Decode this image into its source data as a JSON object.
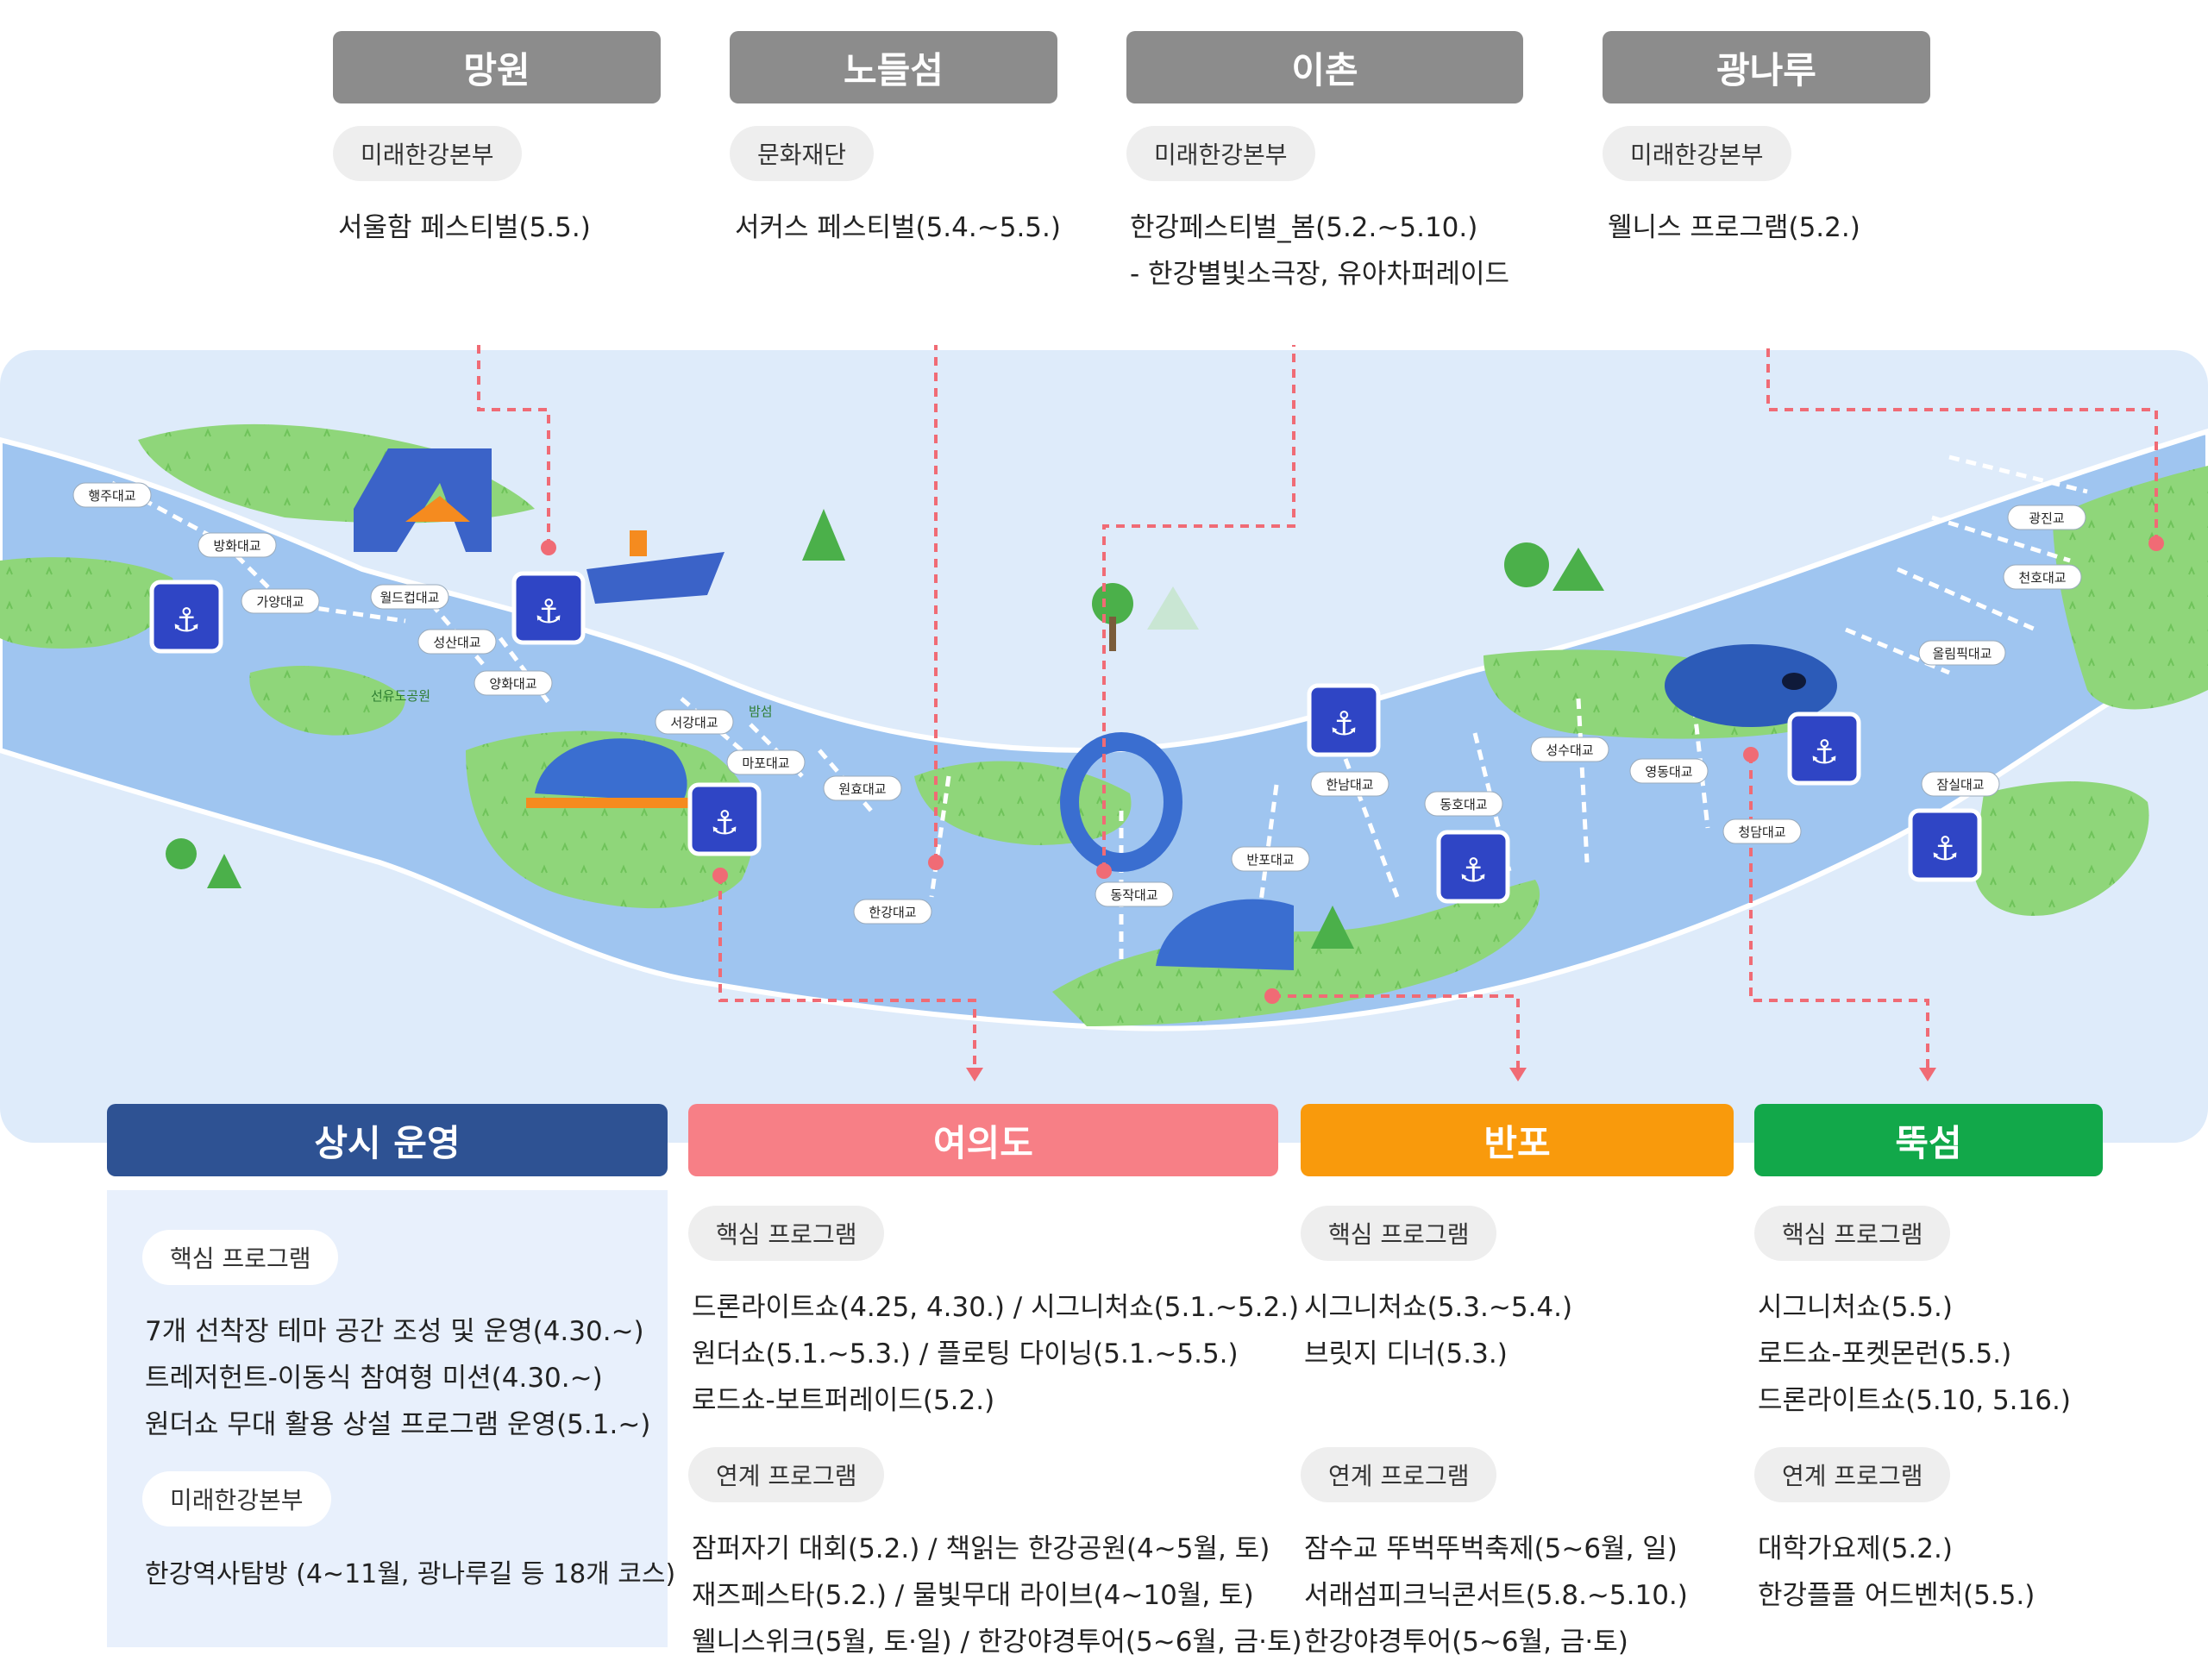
{
  "top_districts": [
    {
      "name": "망원",
      "org": "미래한강본부",
      "programs": [
        "서울함 페스티벌(5.5.)"
      ]
    },
    {
      "name": "노들섬",
      "org": "문화재단",
      "programs": [
        "서커스 페스티벌(5.4.~5.5.)"
      ]
    },
    {
      "name": "이촌",
      "org": "미래한강본부",
      "programs": [
        "한강페스티벌_봄(5.2.~5.10.)",
        "- 한강별빛소극장, 유아차퍼레이드"
      ]
    },
    {
      "name": "광나루",
      "org": "미래한강본부",
      "programs": [
        "웰니스 프로그램(5.2.)"
      ]
    }
  ],
  "map": {
    "bridges": [
      "행주대교",
      "방화대교",
      "가양대교",
      "월드컵대교",
      "성산대교",
      "양화대교",
      "서강대교",
      "마포대교",
      "원효대교",
      "한강대교",
      "동작대교",
      "반포대교",
      "한남대교",
      "동호대교",
      "성수대교",
      "영동대교",
      "청담대교",
      "잠실대교",
      "올림픽대교",
      "천호대교",
      "광진교"
    ],
    "places": [
      "선유도공원",
      "밤섬"
    ]
  },
  "always": {
    "title": "상시 운영",
    "core_label": "핵심 프로그램",
    "core": [
      "7개 선착장 테마 공간 조성 및 운영(4.30.~)",
      "트레저헌트-이동식 참여형 미션(4.30.~)",
      "원더쇼 무대 활용 상설 프로그램 운영(5.1.~)"
    ],
    "org_label": "미래한강본부",
    "org_programs": [
      "한강역사탐방 (4~11월, 광나루길 등 18개 코스)"
    ]
  },
  "yeouido": {
    "title": "여의도",
    "core_label": "핵심 프로그램",
    "core": [
      "드론라이트쇼(4.25, 4.30.) / 시그니처쇼(5.1.~5.2.)",
      "원더쇼(5.1.~5.3.) / 플로팅 다이닝(5.1.~5.5.)",
      "로드쇼-보트퍼레이드(5.2.)"
    ],
    "linked_label": "연계 프로그램",
    "linked": [
      "잠퍼자기 대회(5.2.) / 책읽는 한강공원(4~5월, 토)",
      "재즈페스타(5.2.) / 물빛무대 라이브(4~10월, 토)",
      "웰니스위크(5월, 토·일) / 한강야경투어(5~6월, 금·토)"
    ]
  },
  "banpo": {
    "title": "반포",
    "core_label": "핵심 프로그램",
    "core": [
      "시그니처쇼(5.3.~5.4.)",
      "브릿지 디너(5.3.)"
    ],
    "linked_label": "연계 프로그램",
    "linked": [
      "잠수교 뚜벅뚜벅축제(5~6월, 일)",
      "서래섬피크닉콘서트(5.8.~5.10.)",
      "한강야경투어(5~6월, 금·토)"
    ]
  },
  "ttukseom": {
    "title": "뚝섬",
    "core_label": "핵심 프로그램",
    "core": [
      "시그니처쇼(5.5.)",
      "로드쇼-포켓몬런(5.5.)",
      "드론라이트쇼(5.10, 5.16.)"
    ],
    "linked_label": "연계 프로그램",
    "linked": [
      "대학가요제(5.2.)",
      "한강플플 어드벤처(5.5.)"
    ]
  },
  "colors": {
    "top_header": "#8c8c8c",
    "always": "#2e5293",
    "yeouido": "#f77f86",
    "banpo": "#f99a0c",
    "ttukseom": "#12a84a",
    "river": "#9fc5f0",
    "land": "#8fd67a",
    "connector": "#f06b75"
  }
}
